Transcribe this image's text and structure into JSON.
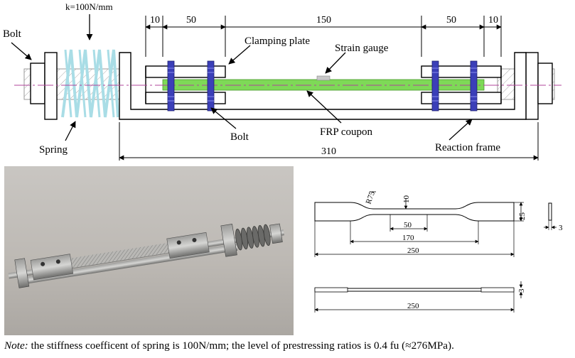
{
  "diagram": {
    "labels": {
      "bolt_left": "Bolt",
      "spring_stiffness": "k=100N/mm",
      "spring": "Spring",
      "clamping_plate": "Clamping plate",
      "strain_gauge": "Strain gauge",
      "bolt_bottom": "Bolt",
      "frp_coupon": "FRP coupon",
      "reaction_frame": "Reaction frame"
    },
    "dimensions": {
      "d1": "10",
      "d2": "50",
      "d3": "150",
      "d4": "50",
      "d5": "10",
      "total": "310"
    },
    "colors": {
      "coupon": "#7ed957",
      "spring": "#a9dde6",
      "bolt": "#3b3fb8",
      "hatch": "#9a9a9a",
      "centerline": "#b0449b",
      "gauge": "#c8c8c8"
    }
  },
  "coupon": {
    "radius": "R75",
    "neck_width": "10",
    "gauge_length": "50",
    "grip_width": "25",
    "reduced_length": "170",
    "total_length": "250",
    "thickness_top": "3",
    "thickness_side": "3",
    "side_total_length": "250"
  },
  "note": {
    "prefix": "Note:",
    "text": " the stiffness coefficent of spring is 100N/mm; the level of prestressing ratios is 0.4 fu (≈276MPa)."
  }
}
